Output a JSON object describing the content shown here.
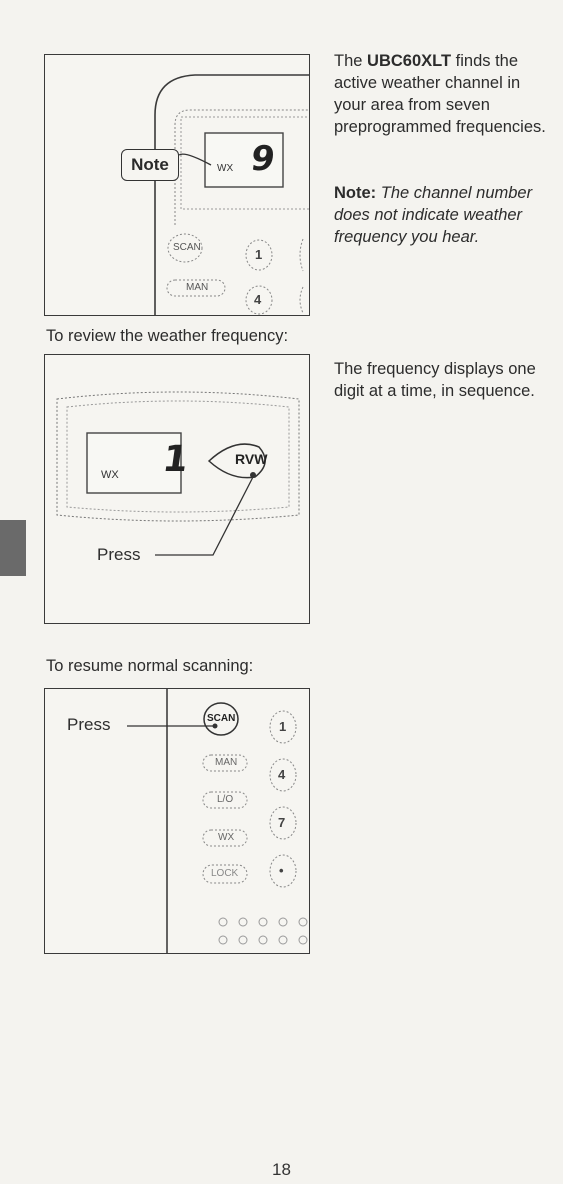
{
  "figure1": {
    "callout": "Note",
    "display_label": "WX",
    "display_digit": "9",
    "buttons": [
      "SCAN",
      "1",
      "MAN",
      "4"
    ]
  },
  "intro": {
    "prefix": "The ",
    "model": "UBC60XLT",
    "suffix": " finds the active weather channel in your area from seven preprogrammed frequencies."
  },
  "note": {
    "label": "Note:",
    "text": " The channel number does not indicate weather frequency you hear."
  },
  "caption_review": "To review the weather frequency:",
  "figure2": {
    "display_label": "WX",
    "display_digit": "1",
    "button": "RVW",
    "press_label": "Press"
  },
  "review_text": "The frequency displays one digit at a time, in sequence.",
  "caption_resume": "To resume normal scanning:",
  "figure3": {
    "press_label": "Press",
    "left_buttons": [
      "SCAN",
      "MAN",
      "L/O",
      "WX",
      "LOCK"
    ],
    "right_buttons": [
      "1",
      "4",
      "7",
      "•"
    ]
  },
  "page_number": "18"
}
